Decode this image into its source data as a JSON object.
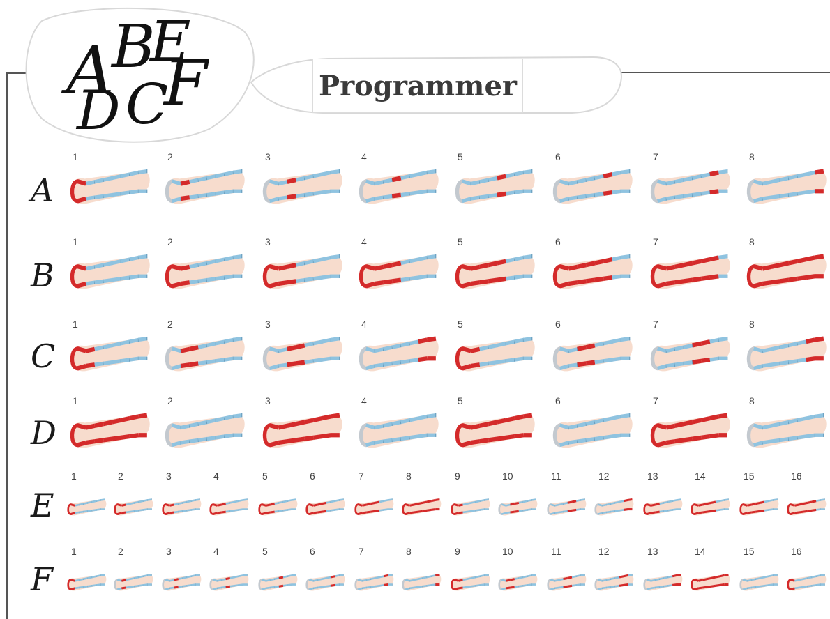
{
  "title": "Programmer",
  "logo": {
    "text": "ABEDCF"
  },
  "colors": {
    "active": "#d42a2a",
    "inactive": "#8fc3e0",
    "outline": "#c3c9cf",
    "skin": "#f7dccd"
  },
  "rows": [
    {
      "label": "A",
      "count": 8,
      "cells": [
        {
          "number": "1",
          "active_sections": [
            0
          ]
        },
        {
          "number": "2",
          "active_sections": [
            1
          ]
        },
        {
          "number": "3",
          "active_sections": [
            2
          ]
        },
        {
          "number": "4",
          "active_sections": [
            3
          ]
        },
        {
          "number": "5",
          "active_sections": [
            4
          ]
        },
        {
          "number": "6",
          "active_sections": [
            5
          ]
        },
        {
          "number": "7",
          "active_sections": [
            6
          ]
        },
        {
          "number": "8",
          "active_sections": [
            7
          ]
        }
      ]
    },
    {
      "label": "B",
      "count": 8,
      "cells": [
        {
          "number": "1",
          "active_sections": [
            0
          ]
        },
        {
          "number": "2",
          "active_sections": [
            0,
            1
          ]
        },
        {
          "number": "3",
          "active_sections": [
            0,
            1,
            2
          ]
        },
        {
          "number": "4",
          "active_sections": [
            0,
            1,
            2,
            3
          ]
        },
        {
          "number": "5",
          "active_sections": [
            0,
            1,
            2,
            3,
            4
          ]
        },
        {
          "number": "6",
          "active_sections": [
            0,
            1,
            2,
            3,
            4,
            5
          ]
        },
        {
          "number": "7",
          "active_sections": [
            0,
            1,
            2,
            3,
            4,
            5,
            6
          ]
        },
        {
          "number": "8",
          "active_sections": [
            0,
            1,
            2,
            3,
            4,
            5,
            6,
            7
          ]
        }
      ]
    },
    {
      "label": "C",
      "count": 8,
      "cells": [
        {
          "number": "1",
          "active_sections": [
            0,
            1
          ]
        },
        {
          "number": "2",
          "active_sections": [
            1,
            2
          ]
        },
        {
          "number": "3",
          "active_sections": [
            2,
            3
          ]
        },
        {
          "number": "4",
          "active_sections": [
            6,
            7
          ]
        },
        {
          "number": "5",
          "active_sections": [
            0,
            1
          ]
        },
        {
          "number": "6",
          "active_sections": [
            2,
            3
          ]
        },
        {
          "number": "7",
          "active_sections": [
            4,
            5
          ]
        },
        {
          "number": "8",
          "active_sections": [
            6,
            7
          ]
        }
      ]
    },
    {
      "label": "D",
      "count": 8,
      "cells": [
        {
          "number": "1",
          "active_sections": [
            0,
            1,
            2,
            3,
            4,
            5,
            6,
            7
          ]
        },
        {
          "number": "2",
          "active_sections": []
        },
        {
          "number": "3",
          "active_sections": [
            0,
            1,
            2,
            3,
            4,
            5,
            6,
            7
          ]
        },
        {
          "number": "4",
          "active_sections": []
        },
        {
          "number": "5",
          "active_sections": [
            0,
            1,
            2,
            3,
            4,
            5,
            6,
            7
          ]
        },
        {
          "number": "6",
          "active_sections": []
        },
        {
          "number": "7",
          "active_sections": [
            0,
            1,
            2,
            3,
            4,
            5,
            6,
            7
          ]
        },
        {
          "number": "8",
          "active_sections": []
        }
      ]
    },
    {
      "label": "E",
      "count": 16,
      "cells": [
        {
          "number": "1",
          "active_sections": [
            0
          ]
        },
        {
          "number": "2",
          "active_sections": [
            0,
            1
          ]
        },
        {
          "number": "3",
          "active_sections": [
            0,
            1
          ]
        },
        {
          "number": "4",
          "active_sections": [
            0,
            1,
            2
          ]
        },
        {
          "number": "5",
          "active_sections": [
            0,
            1,
            2
          ]
        },
        {
          "number": "6",
          "active_sections": [
            0,
            1,
            2,
            3
          ]
        },
        {
          "number": "7",
          "active_sections": [
            0,
            1,
            2,
            3,
            4
          ]
        },
        {
          "number": "8",
          "active_sections": [
            0,
            1,
            2,
            3,
            4,
            5,
            6,
            7
          ]
        },
        {
          "number": "9",
          "active_sections": [
            0,
            1
          ]
        },
        {
          "number": "10",
          "active_sections": [
            2,
            3
          ]
        },
        {
          "number": "11",
          "active_sections": [
            4,
            5
          ]
        },
        {
          "number": "12",
          "active_sections": [
            6,
            7
          ]
        },
        {
          "number": "13",
          "active_sections": [
            0,
            1,
            2
          ]
        },
        {
          "number": "14",
          "active_sections": [
            0,
            1,
            2,
            3,
            4
          ]
        },
        {
          "number": "15",
          "active_sections": [
            0,
            1,
            2,
            3,
            4
          ]
        },
        {
          "number": "16",
          "active_sections": [
            0,
            1,
            2,
            3,
            4,
            5
          ]
        }
      ]
    },
    {
      "label": "F",
      "count": 16,
      "cells": [
        {
          "number": "1",
          "active_sections": [
            0
          ]
        },
        {
          "number": "2",
          "active_sections": [
            1
          ]
        },
        {
          "number": "3",
          "active_sections": [
            2
          ]
        },
        {
          "number": "4",
          "active_sections": [
            3
          ]
        },
        {
          "number": "5",
          "active_sections": [
            4
          ]
        },
        {
          "number": "6",
          "active_sections": [
            5
          ]
        },
        {
          "number": "7",
          "active_sections": [
            6
          ]
        },
        {
          "number": "8",
          "active_sections": [
            7
          ]
        },
        {
          "number": "9",
          "active_sections": [
            0,
            1
          ]
        },
        {
          "number": "10",
          "active_sections": [
            1,
            2
          ]
        },
        {
          "number": "11",
          "active_sections": [
            3,
            4
          ]
        },
        {
          "number": "12",
          "active_sections": [
            5,
            6
          ]
        },
        {
          "number": "13",
          "active_sections": [
            6,
            7
          ]
        },
        {
          "number": "14",
          "active_sections": [
            0,
            1,
            2,
            3,
            4,
            5,
            6,
            7
          ]
        },
        {
          "number": "15",
          "active_sections": []
        },
        {
          "number": "16",
          "active_sections": [
            0
          ]
        }
      ]
    }
  ]
}
